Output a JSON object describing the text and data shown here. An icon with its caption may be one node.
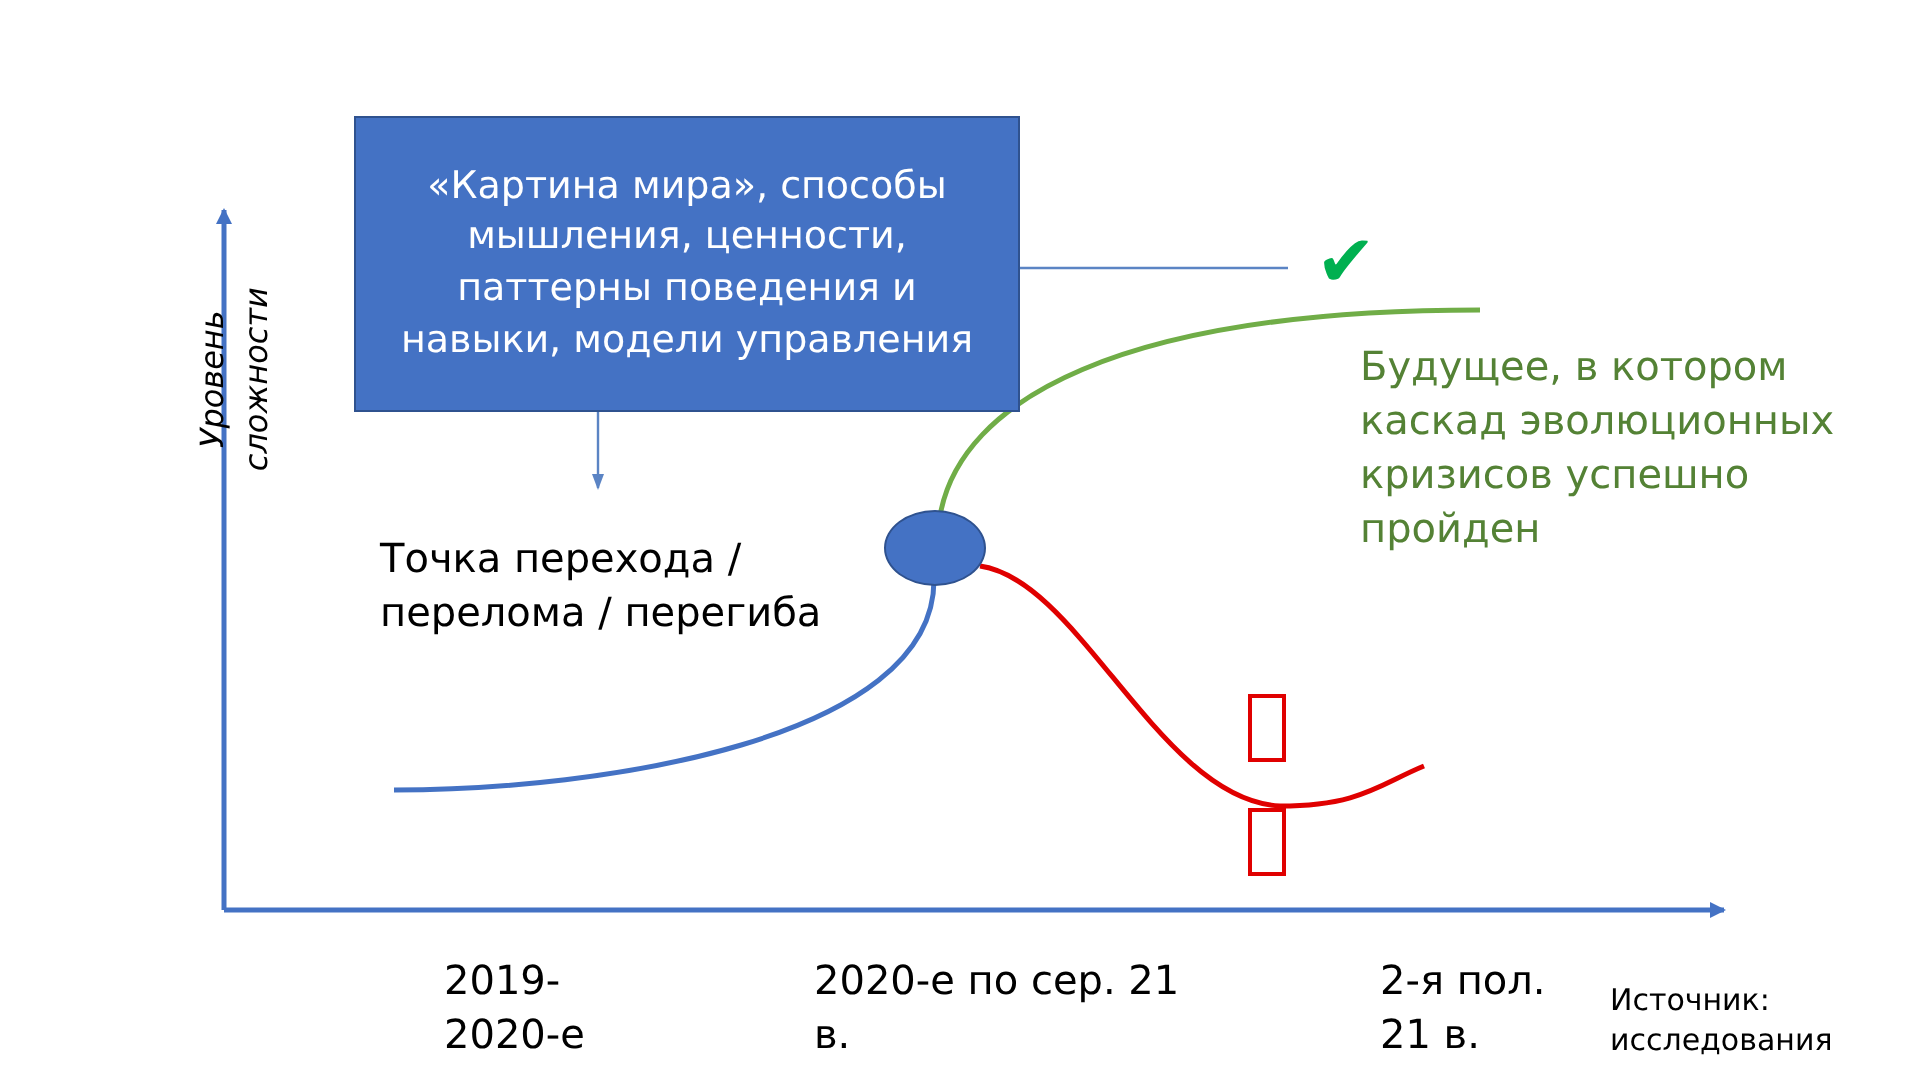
{
  "diagram": {
    "nodes": [
      {
        "text": [
          "«Картина мира», способы мышления, ценности, паттерны поведения и навыки, модели управления"
        ]
      },
      {
        "text": [
          "Точка перехода / перелома / перегиба"
        ]
      },
      {
        "text": [
          "✔"
        ]
      },
      {
        "text": [],
        "shape": "circle"
      }
    ],
    "edges": [
      {
        "from": 0,
        "to": 1,
        "arrow": "to"
      },
      {
        "from": 0,
        "to": 2,
        "arrow": "none"
      }
    ],
    "labels": [
      "Уровень сложности",
      "Будущее, в котором каскад эволюционных кризисов успешно пройден",
      "2019- 2020-е",
      "2020-е по сер. 21 в.",
      "2-я пол. 21 в.",
      "Источник: исследования"
    ]
  }
}
